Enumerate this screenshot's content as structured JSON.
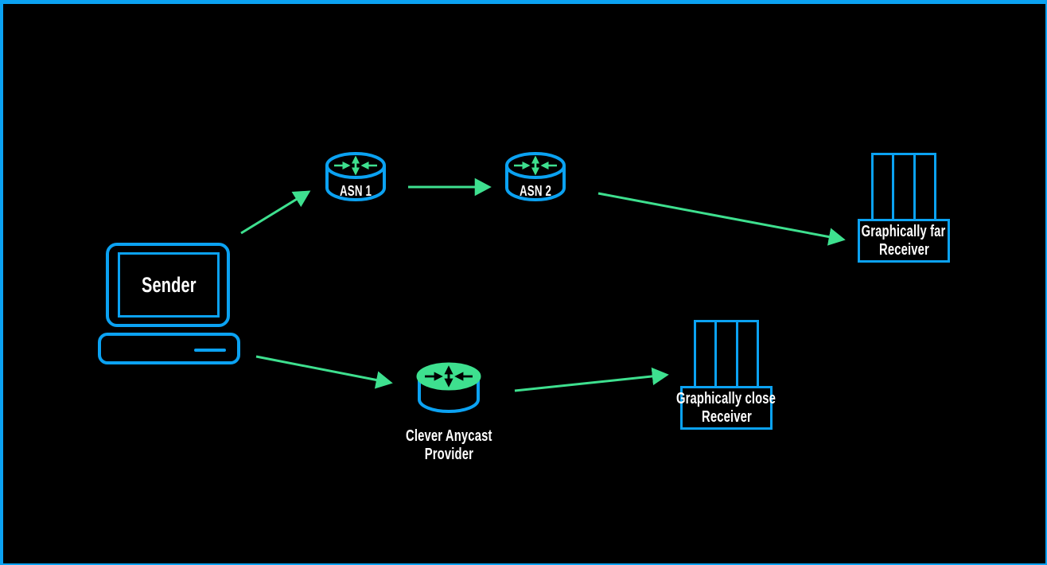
{
  "colors": {
    "background": "#000000",
    "stroke_blue": "#0ba2f2",
    "arrow_green": "#3ee08f",
    "label_white": "#ffffff",
    "anycast_top_fill": "#3ee08f",
    "anycast_arrows": "#000000"
  },
  "nodes": {
    "sender": {
      "label": "Sender",
      "icon": "computer-icon"
    },
    "asn1": {
      "label": "ASN 1",
      "icon": "router-icon"
    },
    "asn2": {
      "label": "ASN 2",
      "icon": "router-icon"
    },
    "anycast": {
      "line1": "Clever Anycast",
      "line2": "Provider",
      "icon": "router-icon",
      "highlighted": true
    },
    "far_receiver": {
      "line1": "Graphically far",
      "line2": "Receiver",
      "icon": "server-icon"
    },
    "close_receiver": {
      "line1": "Graphically close",
      "line2": "Receiver",
      "icon": "server-icon"
    }
  },
  "edges": [
    {
      "from": "sender",
      "to": "asn1"
    },
    {
      "from": "asn1",
      "to": "asn2"
    },
    {
      "from": "asn2",
      "to": "far_receiver"
    },
    {
      "from": "sender",
      "to": "anycast"
    },
    {
      "from": "anycast",
      "to": "close_receiver"
    }
  ]
}
